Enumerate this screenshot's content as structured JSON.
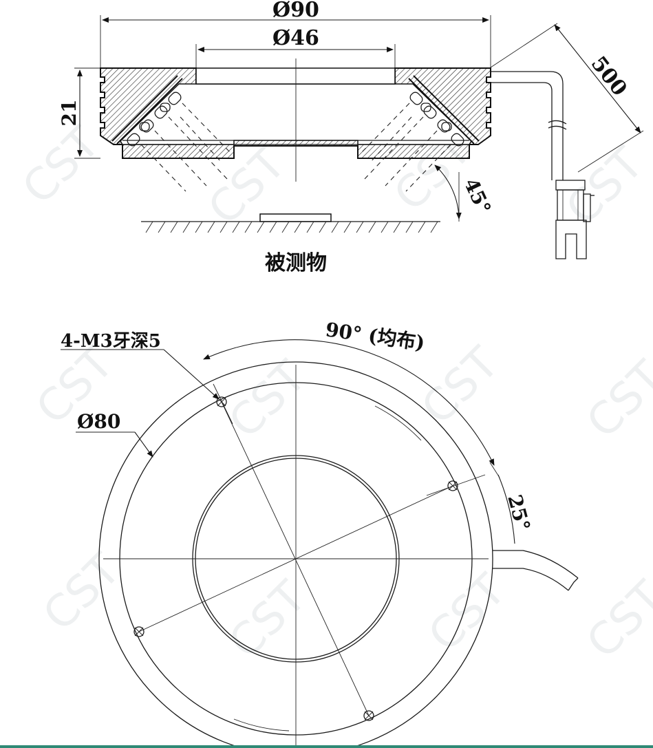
{
  "watermark": "CST",
  "side_view": {
    "outer_diameter": "Ø90",
    "inner_diameter": "Ø46",
    "height": "21",
    "cable_length": "500",
    "angle": "45°",
    "target_label": "被测物"
  },
  "top_view": {
    "holes_label": "4-M3牙深5",
    "bolt_circle": "Ø80",
    "hole_spacing": "90° (均布)",
    "offset_angle": "25°"
  },
  "colors": {
    "line": "#1a1a1a",
    "watermark": "#cfd6da",
    "bottom_bar": "#2f8a76"
  }
}
